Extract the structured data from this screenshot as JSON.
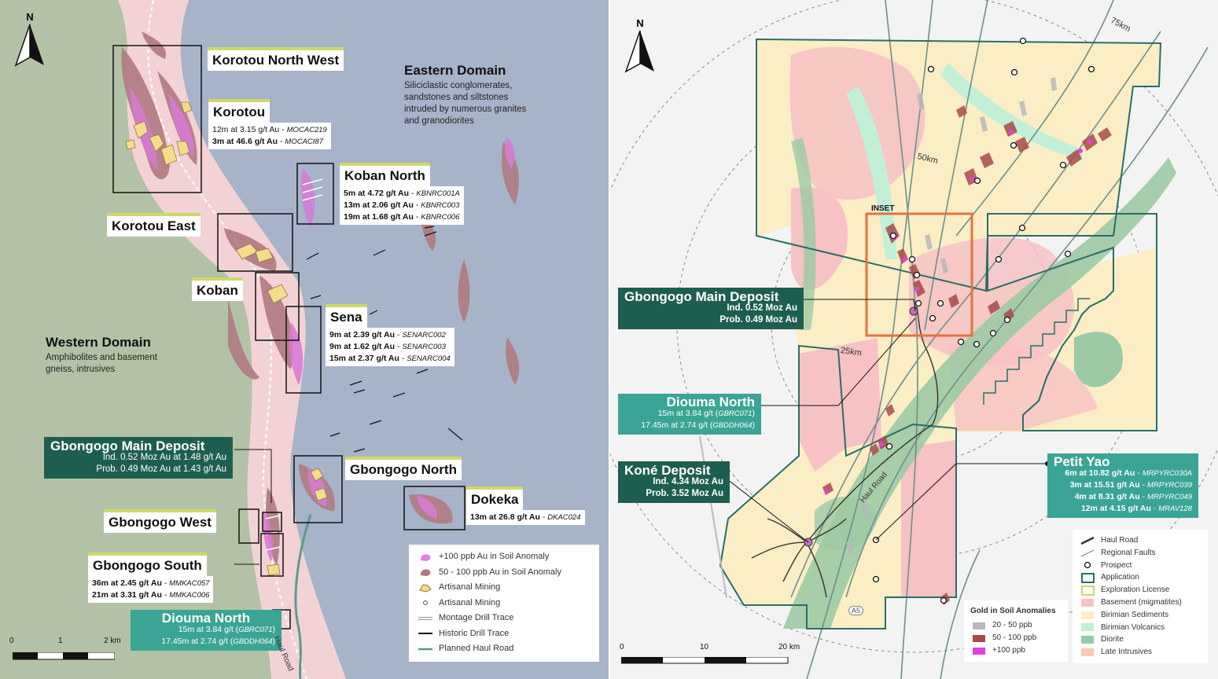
{
  "north_label": "N",
  "left_map": {
    "domains": {
      "eastern": {
        "title": "Eastern Domain",
        "desc_lines": [
          "Siliciclastic conglomerates,",
          "sandstones and siltstones",
          "intruded by numerous granites",
          "and granodiorites"
        ]
      },
      "western": {
        "title": "Western Domain",
        "desc_lines": [
          "Amphibolites and basement",
          "gneiss, intrusives"
        ]
      }
    },
    "prospects": {
      "korotou_nw": {
        "name": "Korotou North West"
      },
      "korotou": {
        "name": "Korotou",
        "intercepts": [
          {
            "text": "12m at 3.15 g/t Au",
            "hole": "MOCAC219"
          },
          {
            "text": "3m at 46.6 g/t Au",
            "hole": "MOCACI87"
          }
        ]
      },
      "koban_north": {
        "name": "Koban North",
        "intercepts": [
          {
            "text": "5m at 4.72 g/t Au",
            "hole": "KBNRC001A"
          },
          {
            "text": "13m at 2.06 g/t Au",
            "hole": "KBNRC003"
          },
          {
            "text": "19m at 1.68 g/t Au",
            "hole": "KBNRC006"
          }
        ]
      },
      "korotou_east": {
        "name": "Korotou East"
      },
      "koban": {
        "name": "Koban"
      },
      "sena": {
        "name": "Sena",
        "intercepts": [
          {
            "text": "9m at 2.39 g/t Au",
            "hole": "SENARC002"
          },
          {
            "text": "9m at 1.62 g/t Au",
            "hole": "SENARC003"
          },
          {
            "text": "15m at 2.37 g/t Au",
            "hole": "SENARC004"
          }
        ]
      },
      "gbongogo_main": {
        "name": "Gbongogo Main Deposit",
        "lines": [
          "Ind. 0.52 Moz Au at 1.48 g/t Au",
          "Prob. 0.49 Moz Au at 1.43 g/t Au"
        ]
      },
      "gbongogo_north": {
        "name": "Gbongogo North"
      },
      "dokeka": {
        "name": "Dokeka",
        "intercepts": [
          {
            "text": "13m at 26.8 g/t Au",
            "hole": "DKAC024"
          }
        ]
      },
      "gbongogo_west": {
        "name": "Gbongogo West"
      },
      "gbongogo_south": {
        "name": "Gbongogo South",
        "intercepts": [
          {
            "text": "36m at 2.45 g/t Au",
            "hole": "MMKAC057"
          },
          {
            "text": "21m at 3.31 g/t Au",
            "hole": "MMKAC006"
          }
        ]
      },
      "diouma_north": {
        "name": "Diouma North",
        "intercepts": [
          {
            "text": "15m at 3.84 g/t",
            "hole": "GBRC071"
          },
          {
            "text": "17.45m at 2.74 g/t",
            "hole": "GBDDH064"
          }
        ]
      }
    },
    "haul_road_label": "Haul Road",
    "scale": {
      "ticks": [
        "0",
        "1",
        "2 km"
      ]
    },
    "legend": [
      {
        "icon": "soil-100-swatch",
        "label": "+100 ppb Au in Soil Anomaly",
        "color": "#e27fe0"
      },
      {
        "icon": "soil-50-100-swatch",
        "label": "50 - 100 ppb Au in Soil Anomaly",
        "color": "#b07a82"
      },
      {
        "icon": "artisanal-area-swatch",
        "label": "Artisanal Mining",
        "color": "#f3dc8a"
      },
      {
        "icon": "artisanal-point-swatch",
        "label": "Artisanal Mining",
        "color": "#ffffff"
      },
      {
        "icon": "montage-drill-swatch",
        "label": "Montage Drill Trace",
        "color": "#ffffff"
      },
      {
        "icon": "historic-drill-swatch",
        "label": "Historic Drill Trace",
        "color": "#111111"
      },
      {
        "icon": "planned-road-swatch",
        "label": "Planned Haul Road",
        "color": "#5e9a8c"
      }
    ]
  },
  "right_map": {
    "rings": [
      "75km",
      "50km",
      "25km"
    ],
    "inset_label": "INSET",
    "road_label": "A5",
    "haul_road_label": "Haul Road",
    "deposits": {
      "gbongogo_main": {
        "name": "Gbongogo Main Deposit",
        "lines": [
          "Ind. 0.52 Moz Au",
          "Prob. 0.49 Moz Au"
        ]
      },
      "diouma_north": {
        "name": "Diouma North",
        "intercepts": [
          {
            "text": "15m at 3.84 g/t",
            "hole": "GBRC071"
          },
          {
            "text": "17.45m at 2.74 g/t",
            "hole": "GBDDH064"
          }
        ]
      },
      "kone": {
        "name": "Koné Deposit",
        "lines": [
          "Ind. 4.34 Moz Au",
          "Prob. 3.52 Moz Au"
        ]
      },
      "petit_yao": {
        "name": "Petit Yao",
        "intercepts": [
          {
            "text": "6m at 10.82 g/t Au",
            "hole": "MRPYRC030A"
          },
          {
            "text": "3m at 15.51 g/t Au",
            "hole": "MRPYRC039"
          },
          {
            "text": "4m at 8.31 g/t Au",
            "hole": "MRPYRC049"
          },
          {
            "text": "12m at 4.15 g/t Au",
            "hole": "MRAV128"
          }
        ]
      }
    },
    "soil_legend": {
      "title": "Gold in Soil Anomalies",
      "items": [
        {
          "label": "20 - 50 ppb",
          "color": "#b8b8b8"
        },
        {
          "label": "50 - 100 ppb",
          "color": "#a84a4a"
        },
        {
          "label": "+100 ppb",
          "color": "#e040e0"
        }
      ]
    },
    "legend": [
      {
        "icon": "haul-road-swatch",
        "label": "Haul Road"
      },
      {
        "icon": "regional-faults-swatch",
        "label": "Regional Faults"
      },
      {
        "icon": "prospect-swatch",
        "label": "Prospect"
      },
      {
        "icon": "application-swatch",
        "label": "Application",
        "color": "#2a6e64"
      },
      {
        "icon": "exploration-license-swatch",
        "label": "Exploration License",
        "color": "#cfd86a"
      },
      {
        "icon": "basement-swatch",
        "label": "Basement (migmatites)",
        "color": "#f6c2c4"
      },
      {
        "icon": "birimian-sediments-swatch",
        "label": "Birimian Sediments",
        "color": "#fbeec4"
      },
      {
        "icon": "birimian-volcanics-swatch",
        "label": "Birimian Volcanics",
        "color": "#c2f0d6"
      },
      {
        "icon": "diorite-swatch",
        "label": "Diorite",
        "color": "#9ccaa4"
      },
      {
        "icon": "late-intrusives-swatch",
        "label": "Late Intrusives",
        "color": "#f9c9b4"
      }
    ],
    "scale": {
      "ticks": [
        "0",
        "10",
        "20 km"
      ]
    }
  }
}
